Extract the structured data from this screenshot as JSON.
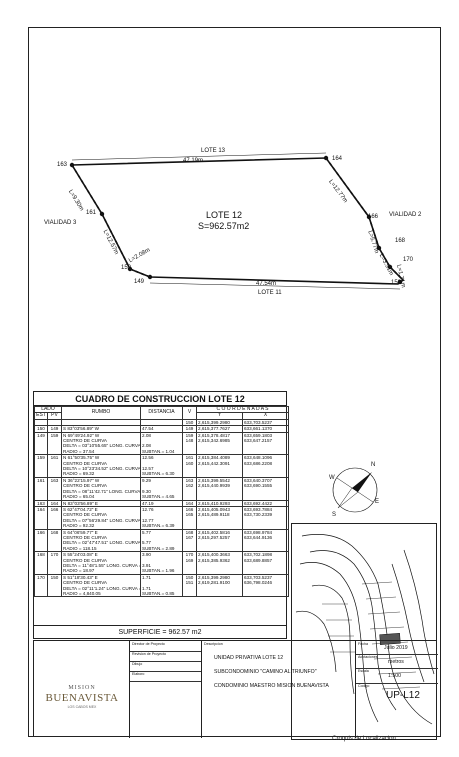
{
  "plan": {
    "lot_label": "LOTE 12",
    "area_label": "S=962.57m2",
    "top_neighbor": "LOTE 13",
    "bottom_neighbor": "LOTE 11",
    "left_road": "VIALIDAD 3",
    "right_road": "VIALIDAD 2",
    "points": {
      "p163": "163",
      "p164": "164",
      "p161": "161",
      "p159": "159",
      "p149": "149",
      "p150": "150",
      "p166": "166",
      "p168": "168",
      "p170": "170"
    },
    "dims": {
      "top": "47.19m",
      "bottom": "47.54m",
      "l_163_161": "L=9.30m",
      "l_161_159": "L=12.57m",
      "l_159_149": "L=2.08m",
      "l_164_166": "L=12.77m",
      "l_166_168": "L=5.77m",
      "l_168_170": "L=3.91m",
      "l_170_150": "L=1.71m"
    }
  },
  "table": {
    "title": "CUADRO DE CONSTRUCCION LOTE 12",
    "headers": {
      "lado": "LADO",
      "est": "EST",
      "pv": "PV",
      "rumbo": "RUMBO",
      "distancia": "DISTANCIA",
      "v": "V",
      "coordenadas": "C O O R D E N A D A S",
      "y": "Y",
      "x": "X"
    },
    "start": {
      "v": "150",
      "y": "2,615,399.2980",
      "x": "633,703.5237"
    },
    "rows": [
      {
        "est": "150",
        "pv": "149",
        "rumbo": [
          "S 83°03'56.89\" W"
        ],
        "dist": [
          "47.54"
        ],
        "v": [
          "149"
        ],
        "y": [
          "2,615,377.7627"
        ],
        "x": [
          "633,661.1370"
        ]
      },
      {
        "est": "149",
        "pv": "159",
        "rumbo": [
          "N 69°49'24.92\" W",
          "CENTRO DE CURVA",
          "DELTA = 03°10'55.65\" LONG. CURVA =",
          "RADIO = 37.54"
        ],
        "dist": [
          "2.08",
          "",
          "2.08",
          "SUBTAN.= 1.04"
        ],
        "v": [
          "159",
          "148",
          "",
          ""
        ],
        "y": [
          "2,615,378.4817",
          "2,615,342.6985",
          "",
          ""
        ],
        "x": [
          "633,659.1803",
          "633,647.2157",
          "",
          ""
        ]
      },
      {
        "est": "159",
        "pv": "161",
        "rumbo": [
          "N 61°50'35.75\" W",
          "CENTRO DE CURVA",
          "DELTA = 10°23'34.52\" LONG. CURVA =",
          "RADIO = 69.32"
        ],
        "dist": [
          "12.56",
          "",
          "12.57",
          "SUBTAN.= 6.30"
        ],
        "v": [
          "161",
          "160",
          "",
          ""
        ],
        "y": [
          "2,615,384.4089",
          "2,615,442.3091",
          "",
          ""
        ],
        "x": [
          "633,648.1096",
          "633,686.2208",
          "",
          ""
        ]
      },
      {
        "est": "161",
        "pv": "163",
        "rumbo": [
          "N 36°22'15.97\" W",
          "CENTRO DE CURVA",
          "DELTA = 08°11'42.71\" LONG. CURVA =",
          "RADIO = 65.04"
        ],
        "dist": [
          "9.29",
          "",
          "9.30",
          "SUBTAN.= 4.65"
        ],
        "v": [
          "163",
          "162",
          "",
          ""
        ],
        "y": [
          "2,615,399.5542",
          "2,615,440.9939",
          "",
          ""
        ],
        "x": [
          "633,640.3707",
          "633,690.1555",
          "",
          ""
        ]
      },
      {
        "est": "163",
        "pv": "164",
        "rumbo": [
          "N 83°03'56.89\" E"
        ],
        "dist": [
          "47.19"
        ],
        "v": [
          "164"
        ],
        "y": [
          "2,615,410.9293"
        ],
        "x": [
          "633,692.4422"
        ]
      },
      {
        "est": "164",
        "pv": "166",
        "rumbo": [
          "S 62°47'04.72\" E",
          "CENTRO DE CURVA",
          "DELTA = 07°56'29.84\" LONG. CURVA =",
          "RADIO = 92.32"
        ],
        "dist": [
          "12.76",
          "",
          "12.77",
          "SUBTAN.= 6.39"
        ],
        "v": [
          "166",
          "165",
          "",
          ""
        ],
        "y": [
          "2,615,405.0943",
          "2,615,489.9118",
          "",
          ""
        ],
        "x": [
          "633,693.7884",
          "633,730.2339",
          "",
          ""
        ]
      },
      {
        "est": "166",
        "pv": "168",
        "rumbo": [
          "S 64°06'59.77\" E",
          "CENTRO DE CURVA",
          "DELTA = 02°47'47.51\" LONG. CURVA =",
          "RADIO = 118.15"
        ],
        "dist": [
          "5.77",
          "",
          "5.77",
          "SUBTAN.= 2.89"
        ],
        "v": [
          "168",
          "167",
          "",
          ""
        ],
        "y": [
          "2,615,402.5816",
          "2,615,297.5257",
          "",
          ""
        ],
        "x": [
          "633,698.9784",
          "633,644.9136",
          "",
          ""
        ]
      },
      {
        "est": "168",
        "pv": "170",
        "rumbo": [
          "S 55°24'03.08\" E",
          "CENTRO DE CURVA",
          "DELTA = 11°48'1.55\" LONG. CURVA =",
          "RADIO = 18.97"
        ],
        "dist": [
          "3.90",
          "",
          "3.91",
          "SUBTAN.= 1.96"
        ],
        "v": [
          "170",
          "169",
          "",
          ""
        ],
        "y": [
          "2,615,400.3663",
          "2,615,385.9362",
          "",
          ""
        ],
        "x": [
          "633,702.1898",
          "633,689.8857",
          "",
          ""
        ]
      },
      {
        "est": "170",
        "pv": "150",
        "rumbo": [
          "S 51°18'30.43\" E",
          "CENTRO DE CURVA",
          "DELTA = 02°11'1.24\" LONG. CURVA =",
          "RADIO = 4,840.05"
        ],
        "dist": [
          "1.71",
          "",
          "1.71",
          "SUBTAN.= 0.85"
        ],
        "v": [
          "150",
          "151",
          "",
          ""
        ],
        "y": [
          "2,615,399.2980",
          "2,619,281.9100",
          "",
          ""
        ],
        "x": [
          "633,703.5237",
          "636,798.0246",
          "",
          ""
        ]
      }
    ],
    "superficie": "SUPERFICIE = 962.57 m2"
  },
  "compass": {
    "n": "N",
    "e": "E",
    "s": "S",
    "w": "W"
  },
  "croquis": {
    "label": "Croquis de Localizacion"
  },
  "title_block": {
    "logo_top": "MISION",
    "logo_main": "BUENAVISTA",
    "logo_sub": "LOS CABOS MEX",
    "mid_labels": [
      "Director de Proyecto",
      "Revision de Proyecto",
      "Dibujo",
      "Elaboro"
    ],
    "desc_label": "Descripcion",
    "desc_lines": [
      "UNIDAD PRIVATIVA LOTE 12",
      "SUBCONDOMINIO \"CAMINO AL TRIUNFO\"",
      "CONDOMINIO MAESTRO MISION BUENAVISTA"
    ],
    "fecha_label": "Fecha",
    "fecha": "Julio 2019",
    "acot_label": "Acotaciones",
    "acot": "metros",
    "escala_label": "Escala",
    "escala": "1:500",
    "codigo_label": "Codigo",
    "codigo": "UP-L12"
  }
}
